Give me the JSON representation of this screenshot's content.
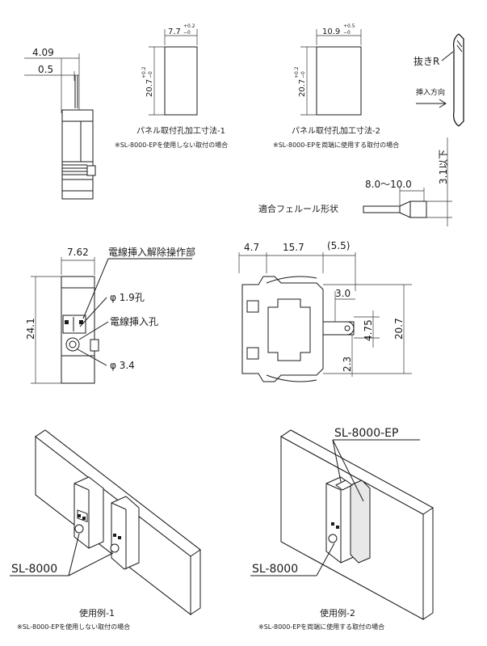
{
  "side_view": {
    "dim_overall": "4.09",
    "dim_pin": "0.5"
  },
  "panel_cutout_1": {
    "width_value": "7.7",
    "width_tol_upper": "+0.2",
    "width_tol_lower": "−0",
    "height_value": "20.7",
    "height_tol_upper": "+0.2",
    "height_tol_lower": "−0",
    "title": "パネル取付孔加工寸法-1",
    "note": "※SL-8000-EPを使用しない取付の場合"
  },
  "panel_cutout_2": {
    "width_value": "10.9",
    "width_tol_upper": "+0.5",
    "width_tol_lower": "−0",
    "height_value": "20.7",
    "height_tol_upper": "+0.2",
    "height_tol_lower": "−0",
    "title": "パネル取付孔加工寸法-2",
    "note": "※SL-8000-EPを両端に使用する取付の場合"
  },
  "edge_detail": {
    "radius_label": "抜きR",
    "direction_label": "挿入方向"
  },
  "ferrule": {
    "label": "適合フェルール形状",
    "length_range": "8.0～10.0",
    "diameter_limit": "3.1以下"
  },
  "front_view": {
    "dim_width": "7.62",
    "dim_height": "24.1",
    "label_release": "電線挿入解除操作部",
    "label_hole_small": "φ 1.9孔",
    "label_insert": "電線挿入孔",
    "label_hole_large": "φ 3.4"
  },
  "top_view": {
    "dim_a": "4.7",
    "dim_b": "15.7",
    "dim_c": "(5.5)",
    "dim_d": "3.0",
    "dim_e": "4.75",
    "dim_f": "20.7",
    "dim_g": "2.3"
  },
  "example_1": {
    "part_label": "SL-8000",
    "title": "使用例-1",
    "note": "※SL-8000-EPを使用しない取付の場合"
  },
  "example_2": {
    "part_label_ep": "SL-8000-EP",
    "part_label": "SL-8000",
    "title": "使用例-2",
    "note": "※SL-8000-EPを両端に使用する取付の場合"
  }
}
